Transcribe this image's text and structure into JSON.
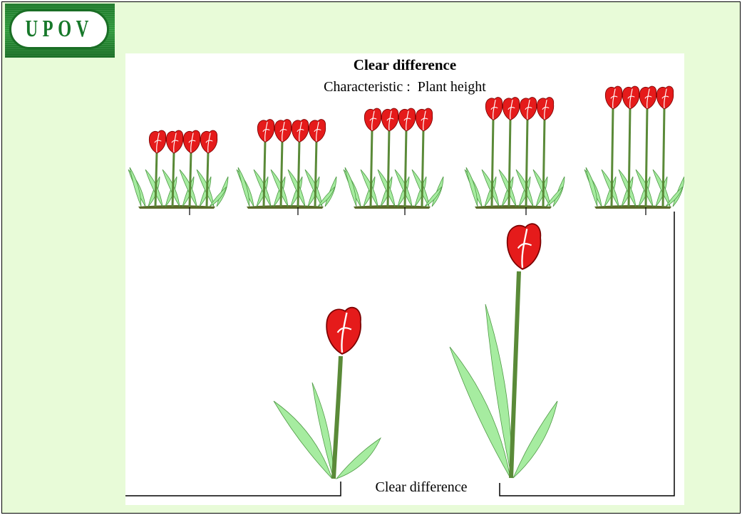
{
  "logo": {
    "text": "UPOV"
  },
  "slide": {
    "title": "Clear difference",
    "subtitle": "Characteristic :  Plant height",
    "bottom_label": "Clear difference"
  },
  "colors": {
    "background": "#e8fbd8",
    "logo_green": "#1e7a2a",
    "flower_red": "#e51b1b",
    "leaf_green": "#a6eca0",
    "stem_green": "#5a8a38",
    "soil": "#5a6a2a"
  },
  "diagram": {
    "group_count": 5,
    "plants_per_group": 4,
    "relative_heights": [
      1,
      2,
      3,
      4,
      5
    ],
    "compared_groups": [
      1,
      5
    ]
  }
}
